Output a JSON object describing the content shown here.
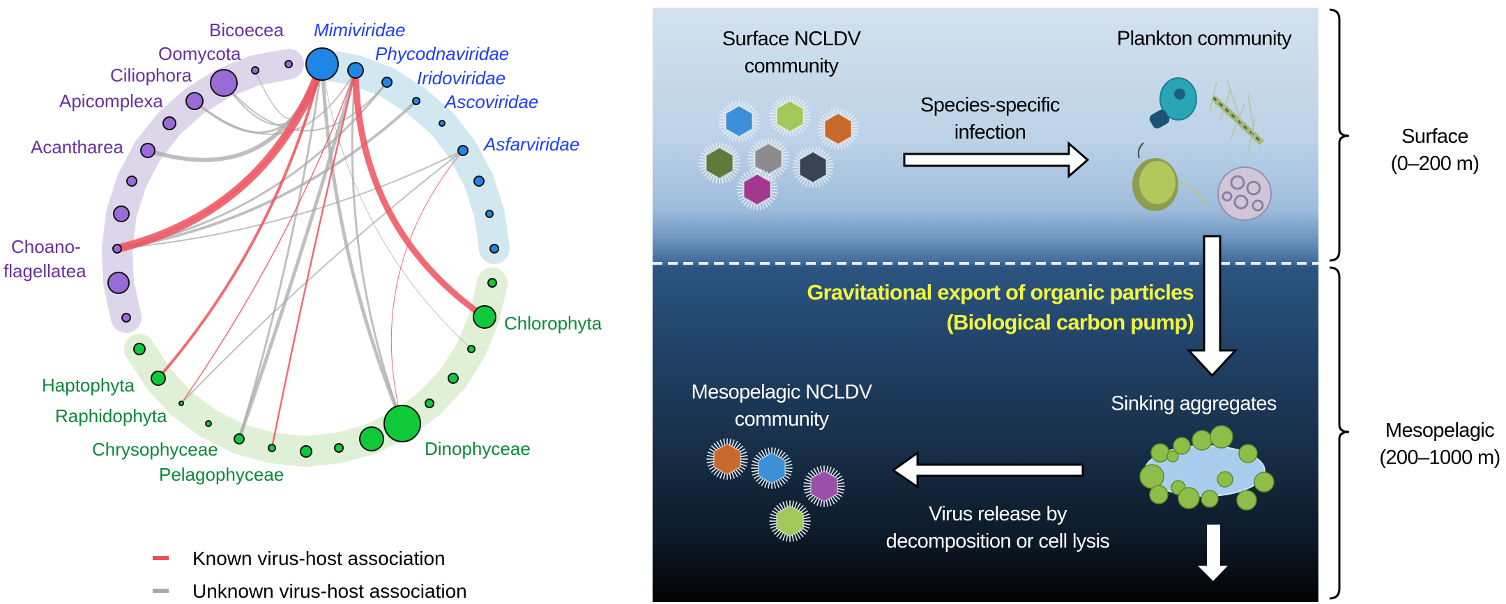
{
  "network": {
    "host_groups": {
      "protists": [
        "Bicoecea",
        "Oomycota",
        "Ciliophora",
        "Apicomplexa",
        "Acantharea",
        "Choano-",
        "flagellatea"
      ],
      "algae": [
        "Chlorophyta",
        "Haptophyta",
        "Raphidophyta",
        "Chrysophyceae",
        "Pelagophyceae",
        "Dinophyceae"
      ]
    },
    "virus_families": [
      "Mimiviridae",
      "Phycodnaviridae",
      "Iridoviridae",
      "Ascoviridae",
      "Asfarviridae"
    ],
    "legend": {
      "known": "Known virus-host association",
      "unknown": "Unknown virus-host association"
    },
    "colors": {
      "protist": "#6a2f9e",
      "virus": "#1f3cff",
      "alga": "#0a8a3a",
      "known": "#f0505a",
      "unknown": "#a9a9a9"
    }
  },
  "scheme": {
    "surface_virus_title": [
      "Surface NCLDV",
      "community"
    ],
    "plankton_title": "Plankton community",
    "infection_label": [
      "Species-specific",
      "infection"
    ],
    "export_label": [
      "Gravitational export of organic particles",
      "(Biological carbon pump)"
    ],
    "meso_virus_title": [
      "Mesopelagic NCLDV",
      "community"
    ],
    "aggregates_label": "Sinking aggregates",
    "release_label": [
      "Virus release by",
      "decomposition or cell lysis"
    ],
    "zones": {
      "surface": [
        "Surface",
        "(0–200 m)"
      ],
      "mesopelagic": [
        "Mesopelagic",
        "(200–1000 m)"
      ]
    }
  }
}
